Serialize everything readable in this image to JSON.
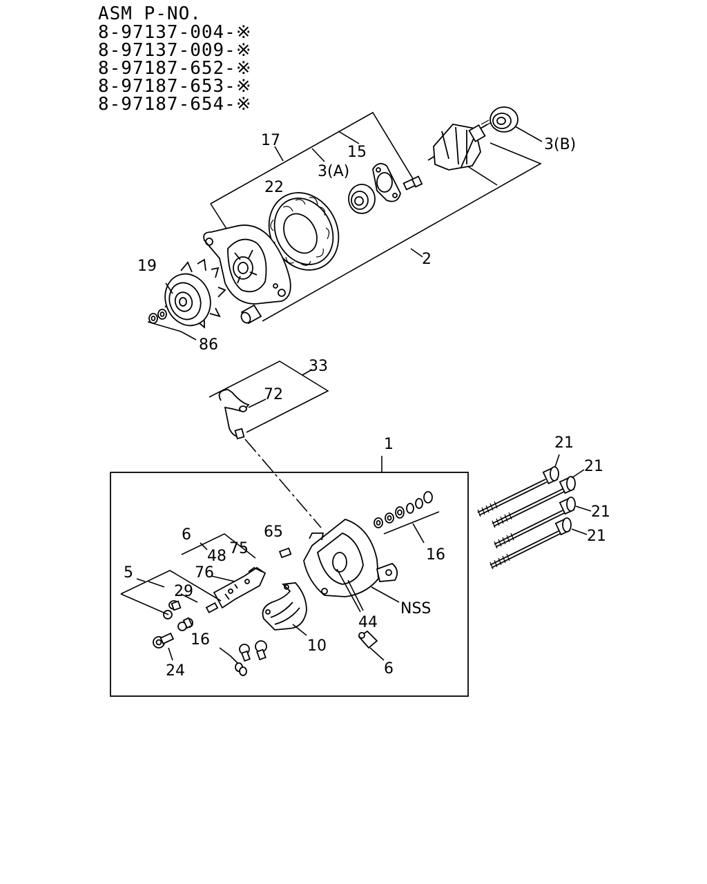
{
  "header": {
    "title": "ASM P-NO.",
    "part_numbers": [
      "8-97137-004-※",
      "8-97137-009-※",
      "8-97187-652-※",
      "8-97187-653-※",
      "8-97187-654-※"
    ]
  },
  "callouts": {
    "c17": "17",
    "c15": "15",
    "c3a": "3(A)",
    "c3b": "3(B)",
    "c22": "22",
    "c2": "2",
    "c19": "19",
    "c86": "86",
    "c33": "33",
    "c72": "72",
    "c1": "1",
    "c21a": "21",
    "c21b": "21",
    "c21c": "21",
    "c21d": "21",
    "c65": "65",
    "c6a": "6",
    "c75": "75",
    "c48": "48",
    "c76": "76",
    "c5": "5",
    "c29": "29",
    "c16a": "16",
    "c16b": "16",
    "cNSS": "NSS",
    "c44": "44",
    "c10": "10",
    "c24": "24",
    "c6b": "6"
  }
}
